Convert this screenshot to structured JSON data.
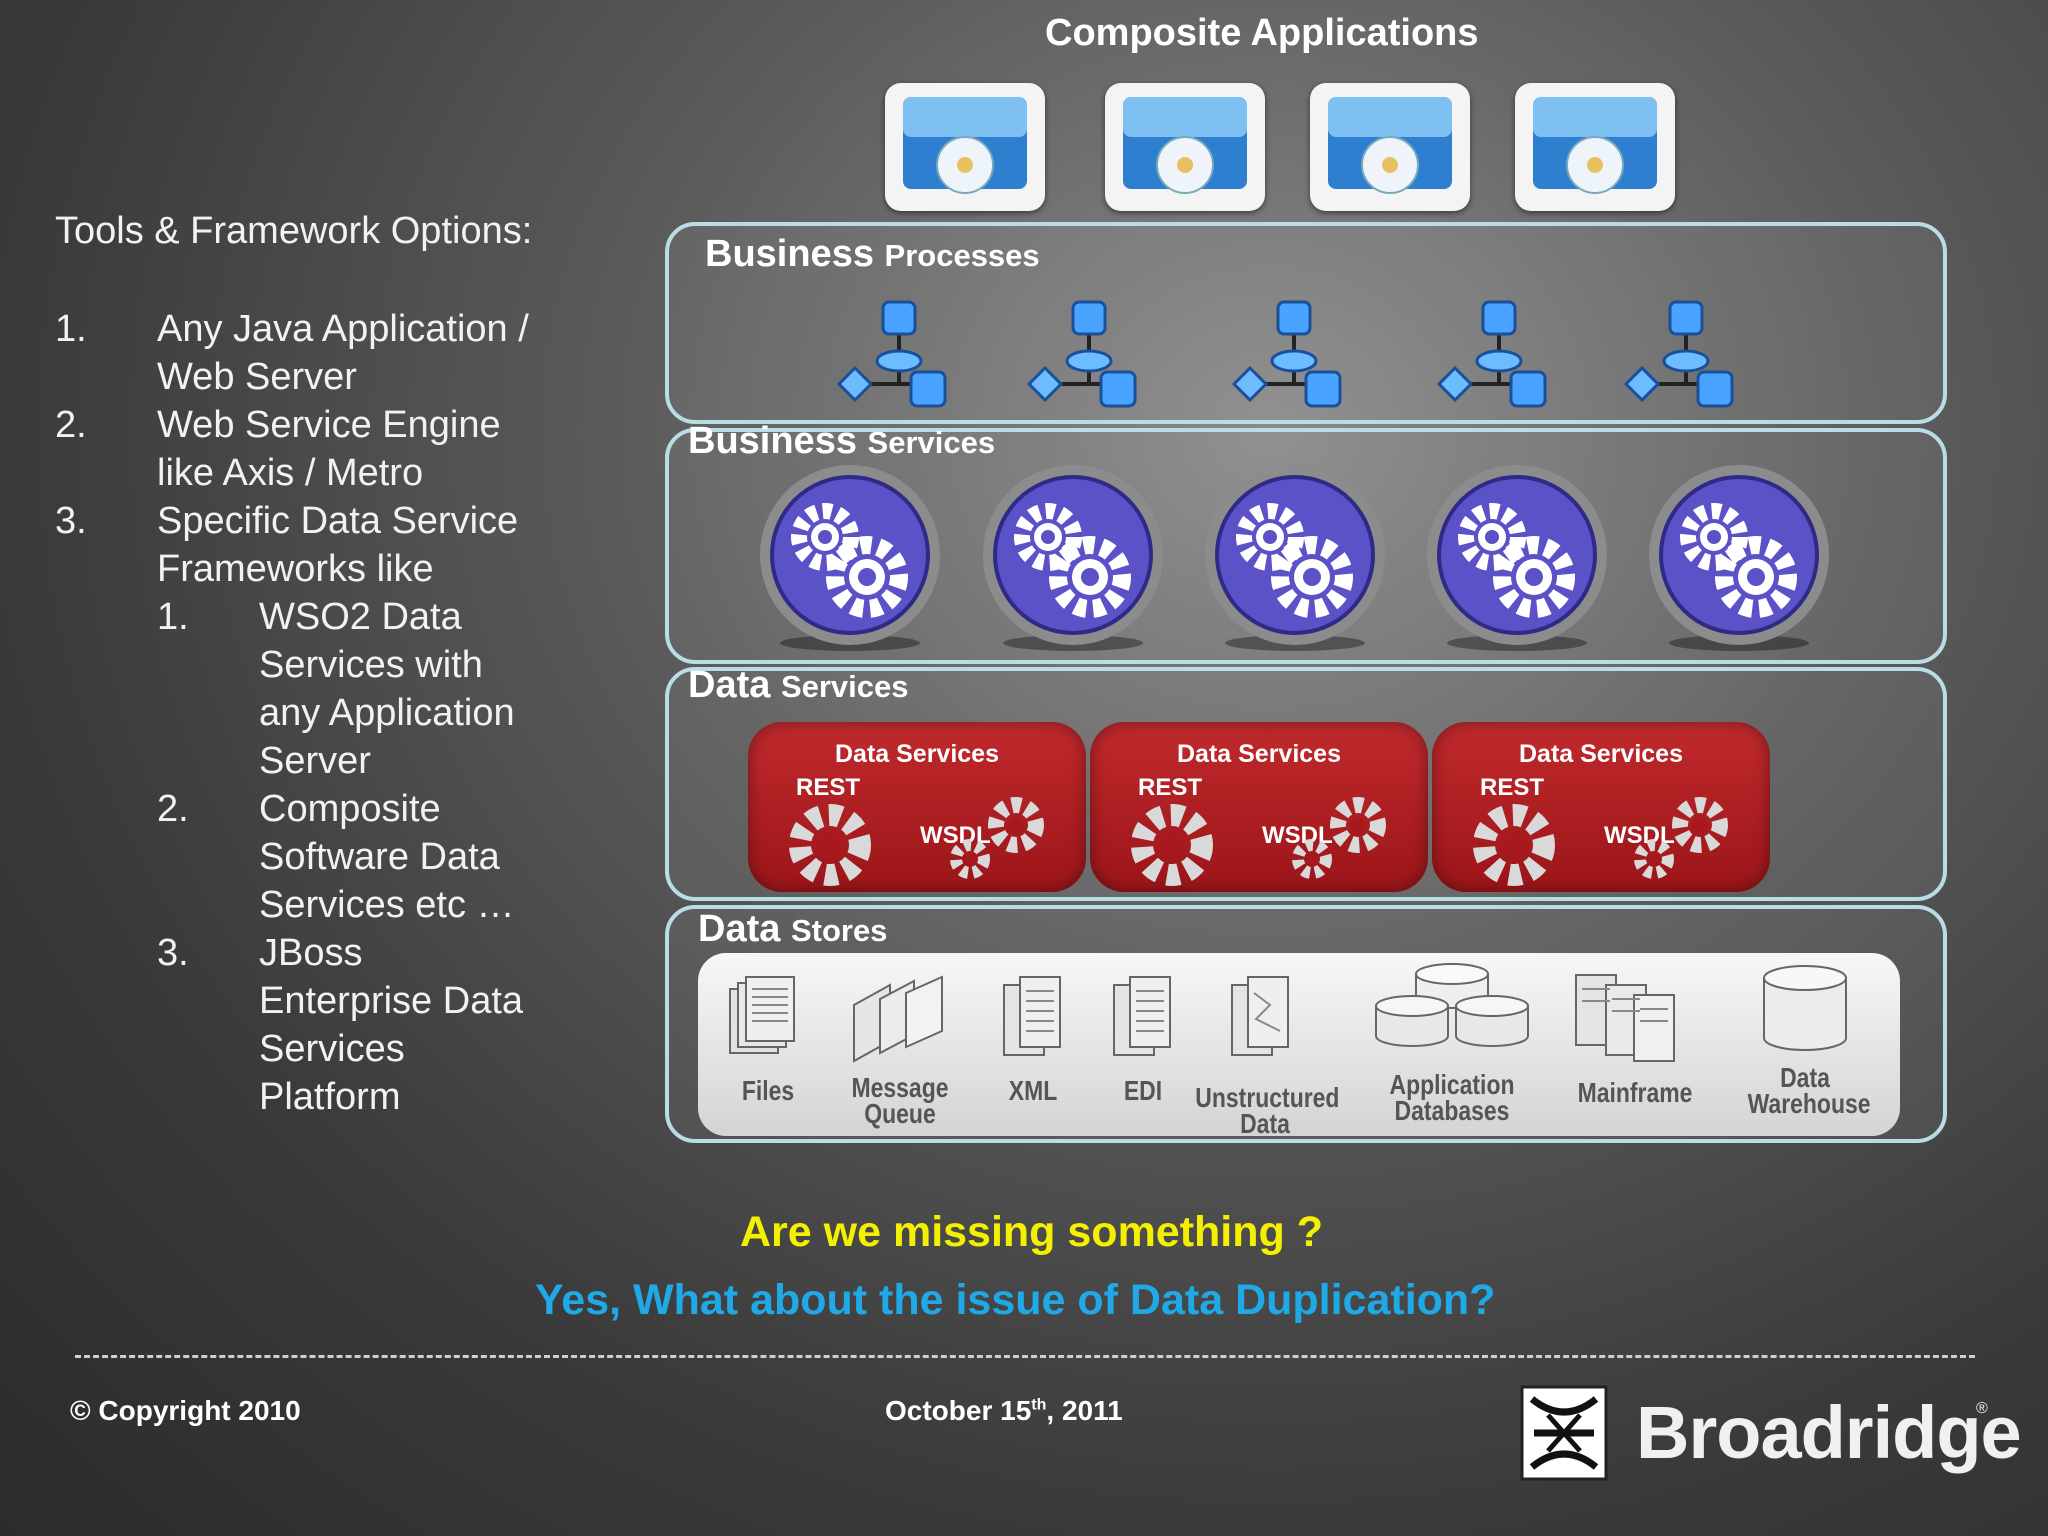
{
  "left_panel": {
    "title": "Tools & Framework Options:",
    "items": [
      {
        "num": "1.",
        "lines": [
          "Any Java Application /",
          "Web Server"
        ]
      },
      {
        "num": "2.",
        "lines": [
          "Web Service Engine",
          "like Axis / Metro"
        ]
      },
      {
        "num": "3.",
        "lines": [
          "Specific Data Service",
          "Frameworks like"
        ],
        "sub": [
          {
            "num": "1.",
            "lines": [
              "WSO2 Data",
              "Services with",
              "any Application",
              "Server"
            ]
          },
          {
            "num": "2.",
            "lines": [
              "Composite",
              "Software Data",
              "Services etc …"
            ]
          },
          {
            "num": "3.",
            "lines": [
              "JBoss",
              "Enterprise Data",
              "Services",
              "Platform"
            ]
          }
        ]
      }
    ]
  },
  "diagram": {
    "composite_title": "Composite Applications",
    "business_processes": {
      "bold": "Business",
      "rest": "Processes"
    },
    "business_services": {
      "bold": "Business",
      "rest": "Services"
    },
    "data_services": {
      "bold": "Data",
      "rest": "Services",
      "block_title": "Data Services",
      "rest_label": "REST",
      "wsdl_label": "WSDL"
    },
    "data_stores": {
      "bold": "Data",
      "rest": "Stores",
      "items": [
        "Files",
        "Message Queue",
        "XML",
        "EDI",
        "Unstructured Data",
        "Application Databases",
        "Mainframe",
        "Data Warehouse"
      ]
    }
  },
  "footer": {
    "question": "Are we missing something ?",
    "answer": "Yes,  What about the issue of Data Duplication?",
    "copyright": "© Copyright 2010",
    "date_pre": "October 15",
    "date_sup": "th",
    "date_post": ", 2011",
    "logo": "Broadridge",
    "logo_mark": "®"
  },
  "colors": {
    "question": "#f5f000",
    "answer": "#1fa9e6",
    "panel_border": "#b9dde4",
    "data_service_red": "#b01f23",
    "service_purple": "#5b52c7"
  }
}
